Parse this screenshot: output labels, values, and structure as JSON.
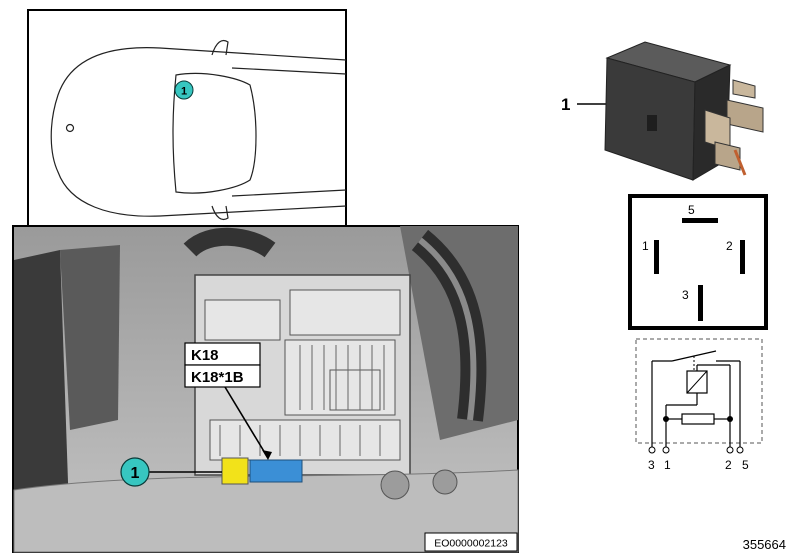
{
  "car_view": {
    "callout_number": "1"
  },
  "photo": {
    "callout_number": "1",
    "label_primary": "K18",
    "label_secondary": "K18*1B",
    "reference_code": "EO0000002123",
    "colors": {
      "connector_yellow": "#f2e21a",
      "connector_blue": "#3b8fd6"
    }
  },
  "relay": {
    "callout_number": "1"
  },
  "pin_layout": {
    "pins": [
      {
        "label": "5"
      },
      {
        "label": "1"
      },
      {
        "label": "2"
      },
      {
        "label": "3"
      }
    ]
  },
  "schematic": {
    "terminals": [
      "3",
      "1",
      "2",
      "5"
    ]
  },
  "figure_number": "355664",
  "accent_color": "#37c6c0"
}
